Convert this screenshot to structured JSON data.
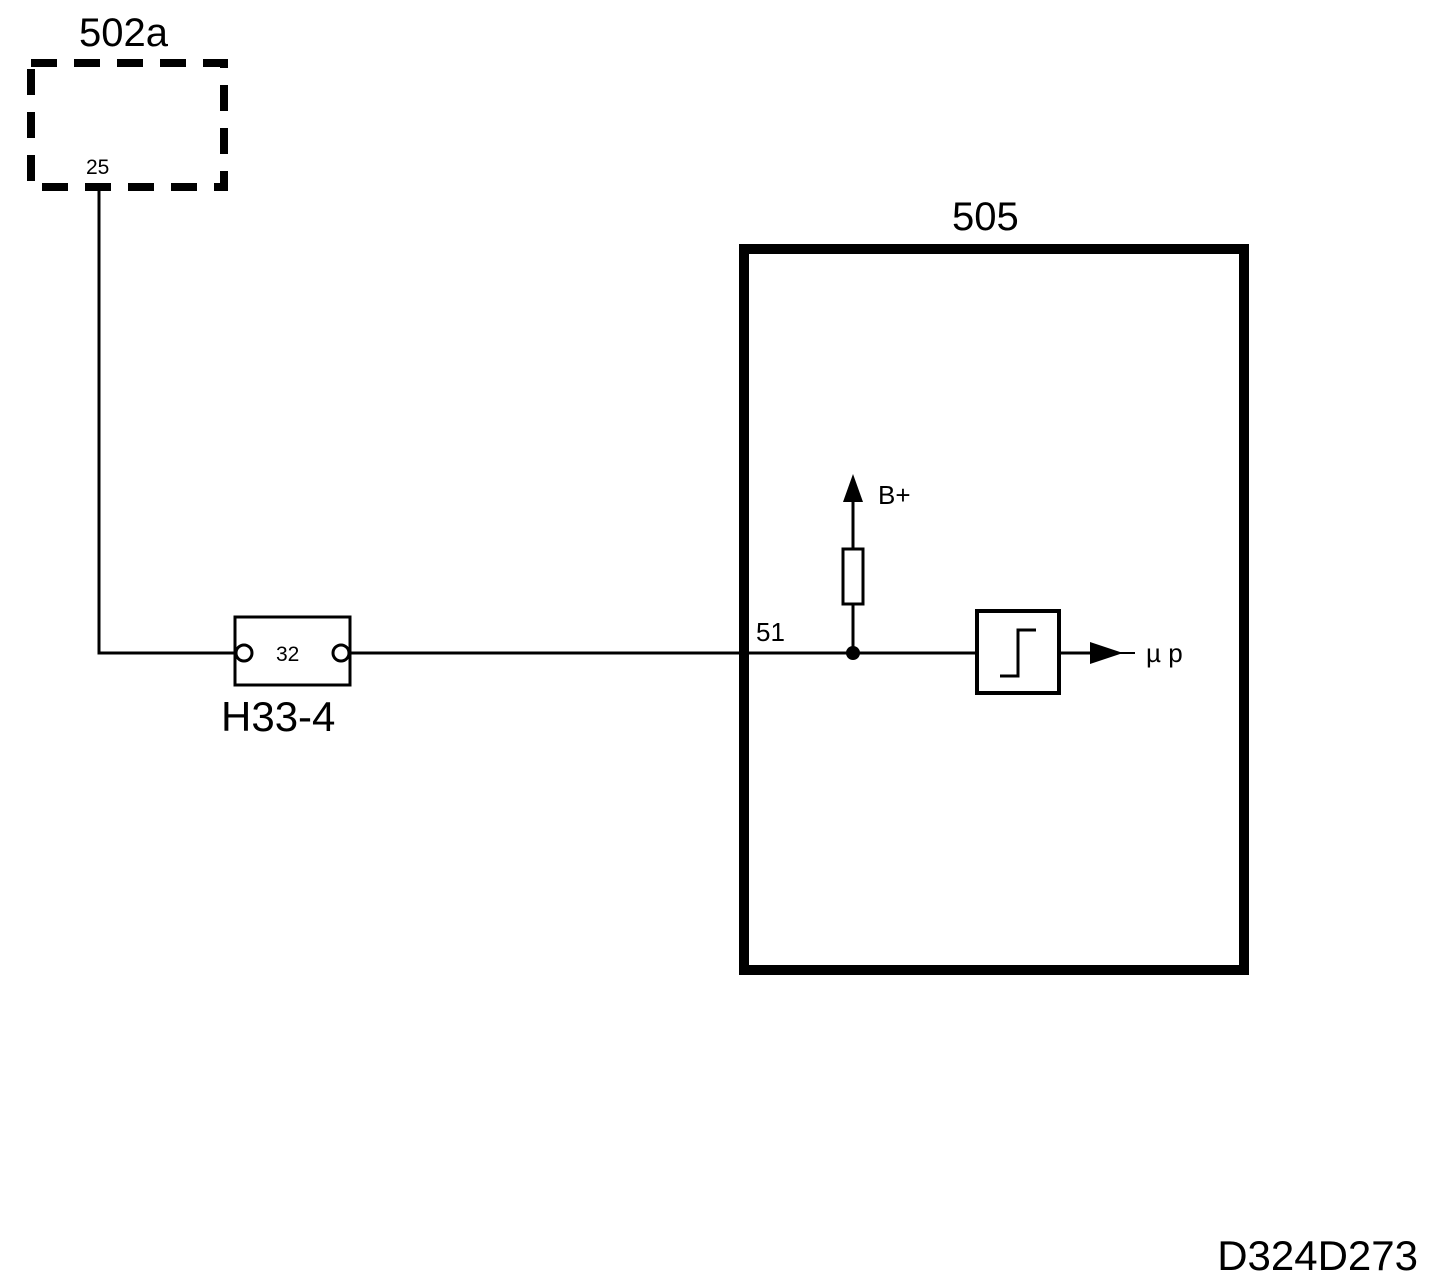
{
  "colors": {
    "ink": "#000000",
    "background": "#ffffff"
  },
  "components": {
    "module_502a": {
      "label": "502a",
      "pin": "25"
    },
    "connector_h33_4": {
      "label": "H33-4",
      "pin": "32"
    },
    "module_505": {
      "label": "505",
      "pin": "51",
      "supply_label": "B+",
      "output_label": "µ p"
    }
  },
  "drawing_id": "D324D273"
}
